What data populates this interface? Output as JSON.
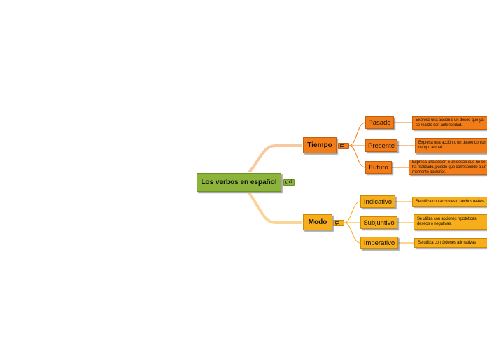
{
  "root": {
    "label": "Los verbos en español",
    "note_count": "1"
  },
  "branches": {
    "tiempo": {
      "label": "Tiempo",
      "note_count": "1",
      "children": {
        "pasado": {
          "label": "Pasado",
          "text": "Expresa una acción o un deseo que ya se realizó con anterioridad."
        },
        "presente": {
          "label": "Presente",
          "text": "Expresa una acción o un deseo con un tiempo actual."
        },
        "futuro": {
          "label": "Futuro",
          "text": "Expresa una acción o un deseo que no se ha realizado, puesto que corresponde a un momento posterior."
        }
      }
    },
    "modo": {
      "label": "Modo",
      "note_count": "1",
      "children": {
        "indicativo": {
          "label": "Indicativo",
          "text": "Se utiliza con acciones o hechos reales."
        },
        "subjuntivo": {
          "label": "Subjuntivo",
          "text": "Se utiliza con acciones hipotéticas, deseos o negativas."
        },
        "imperativo": {
          "label": "Imperativo",
          "text": "Se utiliza con órdenes afirmativas"
        }
      }
    }
  },
  "colors": {
    "root": "#8db43a",
    "tiempo": "#f27c18",
    "modo": "#f8ae1a",
    "root_link_top": "#f8c9a0",
    "root_link_bottom": "#f9d59a"
  },
  "icons": {
    "note": "note-icon"
  }
}
